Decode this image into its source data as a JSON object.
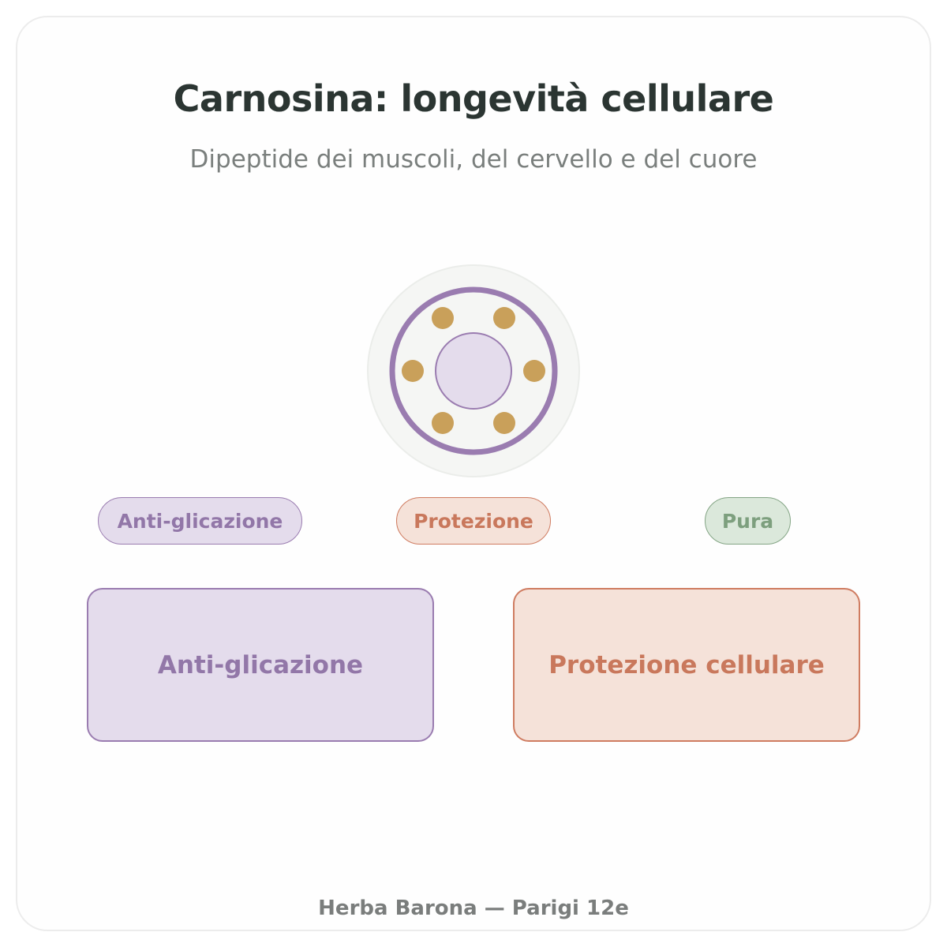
{
  "header": {
    "title": "Carnosina: longevità cellulare",
    "subtitle": "Dipeptide dei muscoli, del cervello e del cuore"
  },
  "emblem": {
    "icon": "molecule-ring-icon",
    "colors": {
      "halo": "#f5f6f4",
      "ring": "#9a7cb0",
      "core": "#e4dcec",
      "dots": "#c9a05a"
    }
  },
  "tags": [
    {
      "label": "Anti-glicazione",
      "color": "#9277a8"
    },
    {
      "label": "Protezione",
      "color": "#c9785c"
    },
    {
      "label": "Pura",
      "color": "#7d9f7e"
    }
  ],
  "benefits": [
    {
      "label": "Anti-glicazione",
      "color": "#9277a8"
    },
    {
      "label": "Protezione cellulare",
      "color": "#c9785c"
    }
  ],
  "footer": {
    "text": "Herba Barona — Parigi 12e"
  }
}
